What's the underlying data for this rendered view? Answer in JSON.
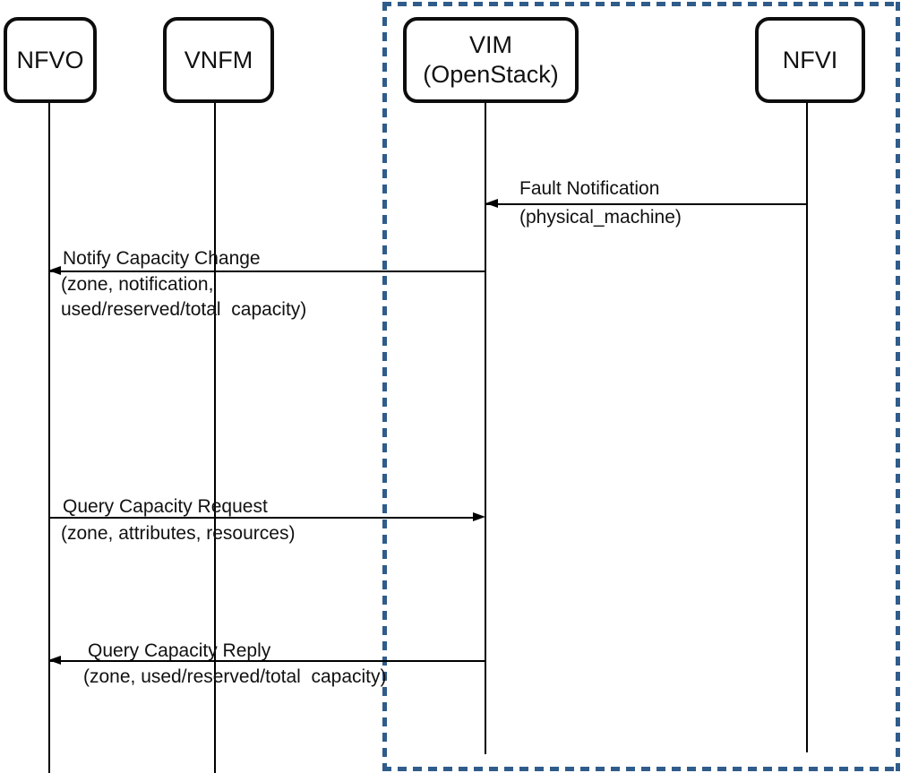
{
  "diagram": {
    "type": "sequence",
    "actors": [
      {
        "id": "nfvo",
        "label": "NFVO"
      },
      {
        "id": "vnfm",
        "label": "VNFM"
      },
      {
        "id": "vim",
        "label": "VIM",
        "sublabel": "(OpenStack)"
      },
      {
        "id": "nfvi",
        "label": "NFVI"
      }
    ],
    "boundary": {
      "encloses": [
        "VIM",
        "NFVI"
      ],
      "style": "dashed",
      "color": "#2F5C8A"
    },
    "messages": [
      {
        "id": "fault-notification",
        "from": "NFVI",
        "to": "VIM",
        "direction": "left",
        "lines": [
          "Fault Notification",
          "(physical_machine)"
        ]
      },
      {
        "id": "notify-capacity-change",
        "from": "VIM",
        "to": "NFVO",
        "direction": "left",
        "lines": [
          "Notify Capacity Change",
          "(zone, notification,",
          "used/reserved/total  capacity)"
        ]
      },
      {
        "id": "query-capacity-request",
        "from": "NFVO",
        "to": "VIM",
        "direction": "right",
        "lines": [
          "Query Capacity Request",
          "(zone, attributes, resources)"
        ]
      },
      {
        "id": "query-capacity-reply",
        "from": "VIM",
        "to": "NFVO",
        "direction": "left",
        "lines": [
          "Query Capacity Reply",
          "(zone, used/reserved/total  capacity)"
        ]
      }
    ],
    "colors": {
      "ink": "#111111",
      "boundary_dash": "#2F5C8A",
      "background": "#FFFFFF"
    }
  }
}
